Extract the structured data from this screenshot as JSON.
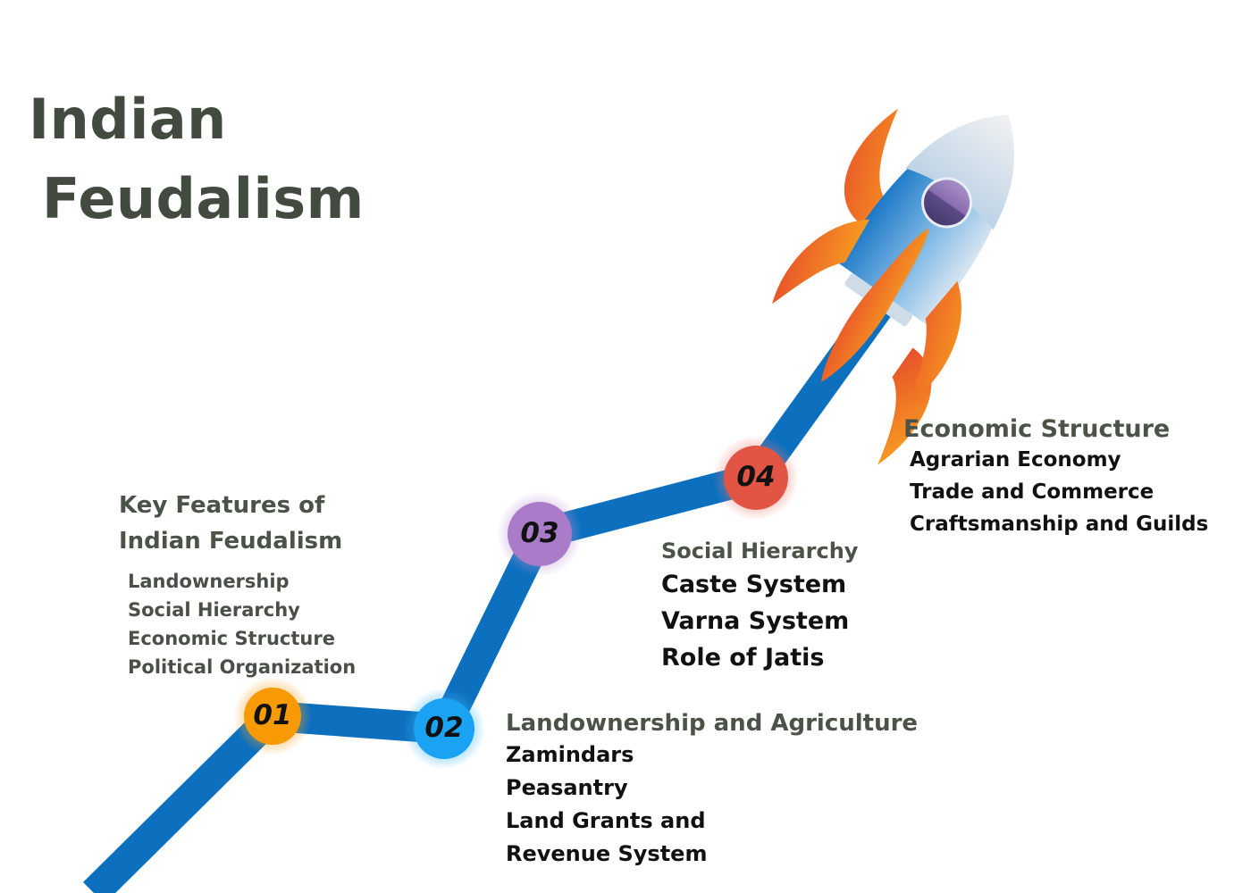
{
  "title": {
    "line1": "Indian",
    "line2": "Feudalism"
  },
  "nodes": [
    {
      "label": "01",
      "color": "#f89a04"
    },
    {
      "label": "02",
      "color": "#1aa3f2"
    },
    {
      "label": "03",
      "color": "#a97bc9"
    },
    {
      "label": "04",
      "color": "#e25544"
    }
  ],
  "path_color": "#0c70bf",
  "blocks": [
    {
      "heading_line1": "Key Features of",
      "heading_line2": "Indian Feudalism",
      "items": [
        "Landownership",
        "Social Hierarchy",
        "Economic Structure",
        "Political Organization"
      ]
    },
    {
      "heading": "Landownership and Agriculture",
      "items": [
        "Zamindars",
        "Peasantry",
        "Land Grants and",
        "Revenue System"
      ]
    },
    {
      "heading": "Social Hierarchy",
      "items": [
        "Caste System",
        "Varna System",
        "Role of Jatis"
      ]
    },
    {
      "heading": "Economic Structure",
      "items": [
        "Agrarian Economy",
        "Trade and Commerce",
        "Craftsmanship and Guilds"
      ]
    }
  ],
  "icons": {
    "rocket": "rocket-icon"
  }
}
